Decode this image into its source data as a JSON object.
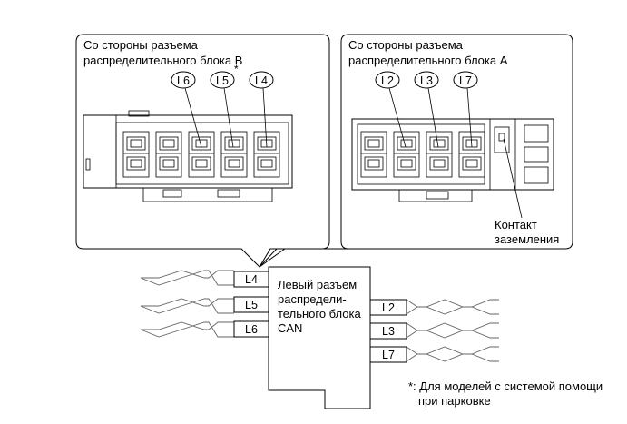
{
  "left_callout": {
    "caption_line1": "Со стороны разъема",
    "caption_line2": "распределительного блока B",
    "pins": [
      "L6",
      "L5",
      "L4"
    ],
    "asterisk": "*"
  },
  "right_callout": {
    "caption_line1": "Со стороны разъема",
    "caption_line2": "распределительного блока A",
    "pins": [
      "L2",
      "L3",
      "L7"
    ],
    "ground_line1": "Контакт",
    "ground_line2": "заземления"
  },
  "block": {
    "line1": "Левый разъем",
    "line2": "распредели-",
    "line3": "тельного блока",
    "line4": "CAN"
  },
  "left_terminals": [
    "L4",
    "L5",
    "L6"
  ],
  "right_terminals": [
    "L2",
    "L3",
    "L7"
  ],
  "footnote": {
    "line1": "*: Для моделей с системой помощи",
    "line2": "при парковке"
  }
}
